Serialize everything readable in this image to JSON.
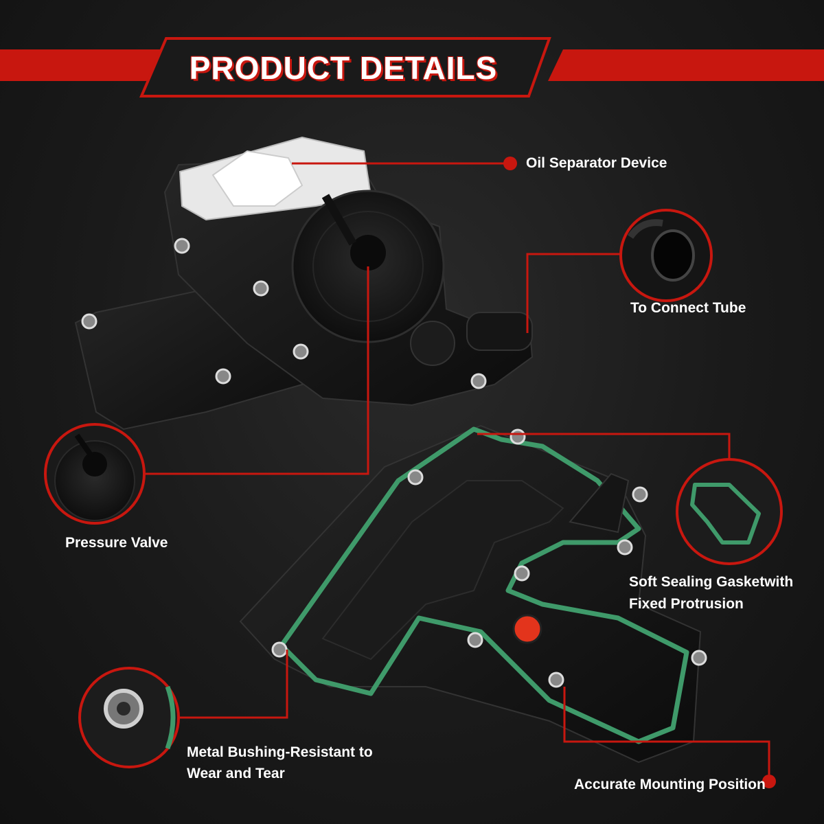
{
  "header": {
    "title": "PRODUCT DETAILS"
  },
  "callouts": {
    "oil_separator": "Oil Separator Device",
    "connect_tube": "To Connect Tube",
    "pressure_valve": "Pressure Valve",
    "gasket_line1": "Soft Sealing Gasketwith",
    "gasket_line2": "Fixed Protrusion",
    "bushing_line1": "Metal Bushing-Resistant to",
    "bushing_line2": "Wear and Tear",
    "mounting": "Accurate Mounting Position"
  },
  "colors": {
    "accent": "#c8170f",
    "background": "#1c1c1c",
    "gasket": "#3f9a6a",
    "part": "#141414"
  }
}
